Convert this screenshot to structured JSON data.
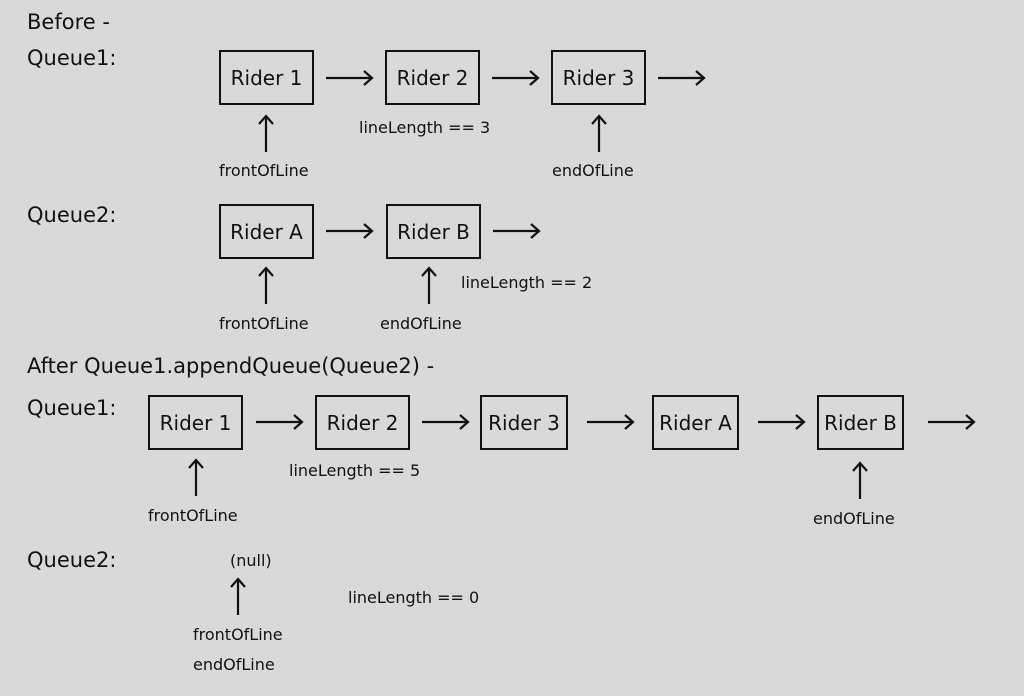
{
  "before_heading": "Before -",
  "after_heading": "After Queue1.appendQueue(Queue2) -",
  "before": {
    "queue1": {
      "label": "Queue1:",
      "nodes": [
        "Rider 1",
        "Rider 2",
        "Rider 3"
      ],
      "front_label": "frontOfLine",
      "end_label": "endOfLine",
      "length_label": "lineLength == 3"
    },
    "queue2": {
      "label": "Queue2:",
      "nodes": [
        "Rider A",
        "Rider B"
      ],
      "front_label": "frontOfLine",
      "end_label": "endOfLine",
      "length_label": "lineLength == 2"
    }
  },
  "after": {
    "queue1": {
      "label": "Queue1:",
      "nodes": [
        "Rider 1",
        "Rider 2",
        "Rider 3",
        "Rider A",
        "Rider B"
      ],
      "front_label": "frontOfLine",
      "end_label": "endOfLine",
      "length_label": "lineLength == 5"
    },
    "queue2": {
      "label": "Queue2:",
      "null_label": "(null)",
      "front_label": "frontOfLine",
      "end_label": "endOfLine",
      "length_label": "lineLength == 0"
    }
  }
}
